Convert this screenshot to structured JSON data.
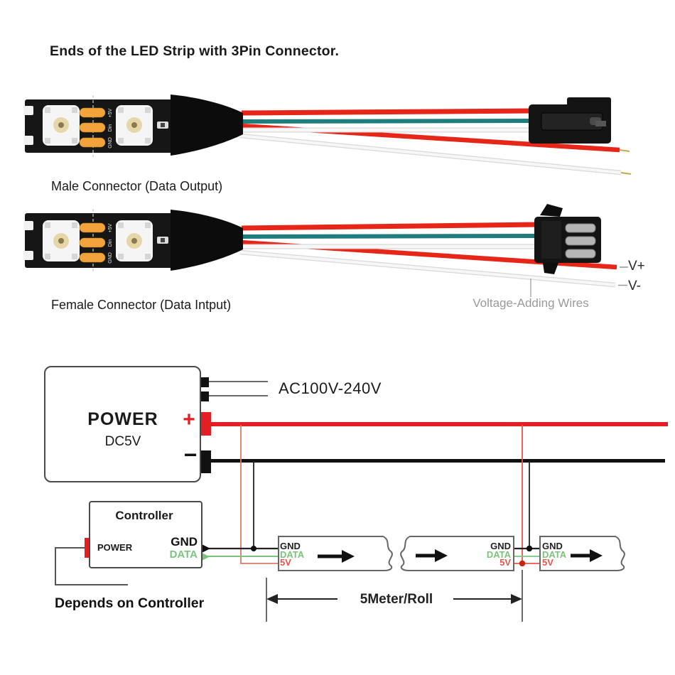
{
  "title": "Ends of the LED Strip with 3Pin Connector.",
  "connectors": {
    "male_caption": "Male Connector (Data Output)",
    "female_caption": "Female Connector (Data Intput)",
    "v_plus_label": "V+",
    "v_minus_label": "V-",
    "voltage_wires_label": "Voltage-Adding Wires",
    "pcb_pad_labels": [
      "+5V",
      "Din",
      "GND"
    ]
  },
  "wiring": {
    "power_box": {
      "title": "POWER",
      "subtitle": "DC5V",
      "plus": "+",
      "minus": "−"
    },
    "ac_input_label": "AC100V-240V",
    "controller_box": {
      "title": "Controller",
      "power_pin": "POWER",
      "gnd_pin": "GND",
      "data_pin": "DATA"
    },
    "depends_caption": "Depends on Controller",
    "strip_pins": {
      "gnd": "GND",
      "data": "DATA",
      "v5": "5V"
    },
    "roll_dimension_label": "5Meter/Roll"
  },
  "colors": {
    "power_red": "#e31e24",
    "data_green": "#7cc47c",
    "v5_salmon": "#dd7a62",
    "gnd_black": "#1a1a1a",
    "wire_teal": "#1f7d7d",
    "pad_orange": "#f2a33c",
    "muted_gray": "#9a9a9a"
  }
}
